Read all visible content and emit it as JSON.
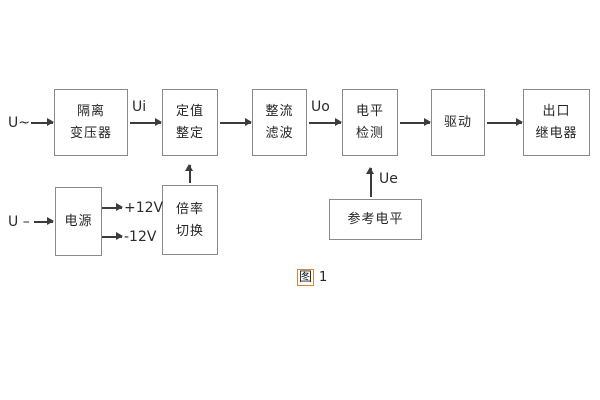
{
  "diagram": {
    "inputs": {
      "ac": "U~",
      "dc": "U –"
    },
    "signal_labels": {
      "ui": "Ui",
      "uo": "Uo",
      "ue": "Ue"
    },
    "power_labels": {
      "pos": "+12V",
      "neg": "-12V"
    },
    "blocks": {
      "isolation_transformer": {
        "line1": "隔离",
        "line2": "变压器"
      },
      "setting_adjust": {
        "line1": "定值",
        "line2": "整定"
      },
      "rectifier_filter": {
        "line1": "整流",
        "line2": "滤波"
      },
      "level_detect": {
        "line1": "电平",
        "line2": "检测"
      },
      "driver": {
        "line1": "驱动"
      },
      "output_relay": {
        "line1": "出口",
        "line2": "继电器"
      },
      "power_supply": {
        "line1": "电源"
      },
      "ratio_switch": {
        "line1": "倍率",
        "line2": "切换"
      },
      "reference_level": {
        "line1": "参考电平"
      }
    },
    "caption": {
      "figure_char": "图",
      "figure_num": "1"
    },
    "colors": {
      "background": "#ffffff",
      "box_border": "#8a8a8a",
      "line": "#3c3c3c",
      "text": "#262626",
      "caption_highlight": "#d2883a"
    }
  }
}
